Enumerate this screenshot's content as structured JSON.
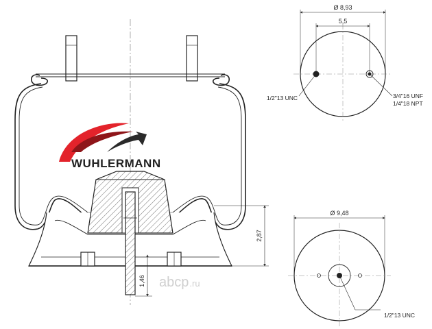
{
  "brand": {
    "name": "WUHLERMANN",
    "swoosh_colors": [
      "#e3232b",
      "#8e1519",
      "#2a2a2a"
    ]
  },
  "side_view": {
    "dim_height": "2,87",
    "dim_stud": "1,46"
  },
  "top_view": {
    "dim_outer": "Ø 8,93",
    "dim_spacing": "5,5",
    "callout_left": "1/2\"13 UNC",
    "callout_right_1": "3/4\"16 UNF",
    "callout_right_2": "1/4\"18 NPT"
  },
  "bottom_view": {
    "dim_outer": "Ø 9,48",
    "callout": "1/2\"13 UNC"
  },
  "watermark": {
    "text": "abcp",
    "suffix": ".ru",
    "color": "#cfcfcf"
  }
}
